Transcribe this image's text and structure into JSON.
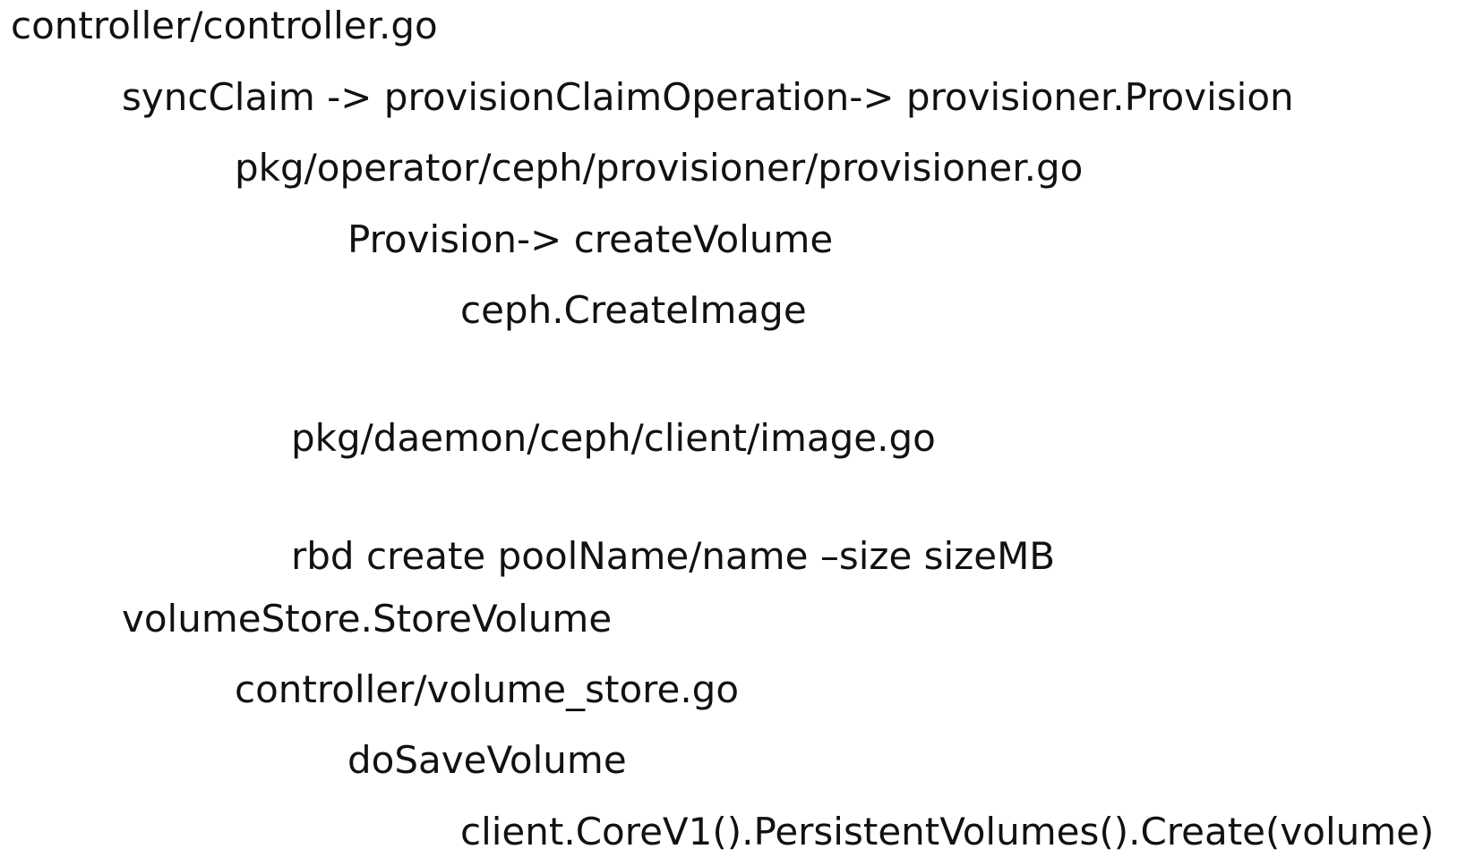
{
  "lines": [
    "controller/controller.go",
    "syncClaim -> provisionClaimOperation-> provisioner.Provision",
    "pkg/operator/ceph/provisioner/provisioner.go",
    "Provision-> createVolume",
    "ceph.CreateImage",
    "pkg/daemon/ceph/client/image.go",
    "rbd create poolName/name –size sizeMB",
    "volumeStore.StoreVolume",
    "controller/volume_store.go",
    "doSaveVolume",
    "client.CoreV1().PersistentVolumes().Create(volume)"
  ]
}
